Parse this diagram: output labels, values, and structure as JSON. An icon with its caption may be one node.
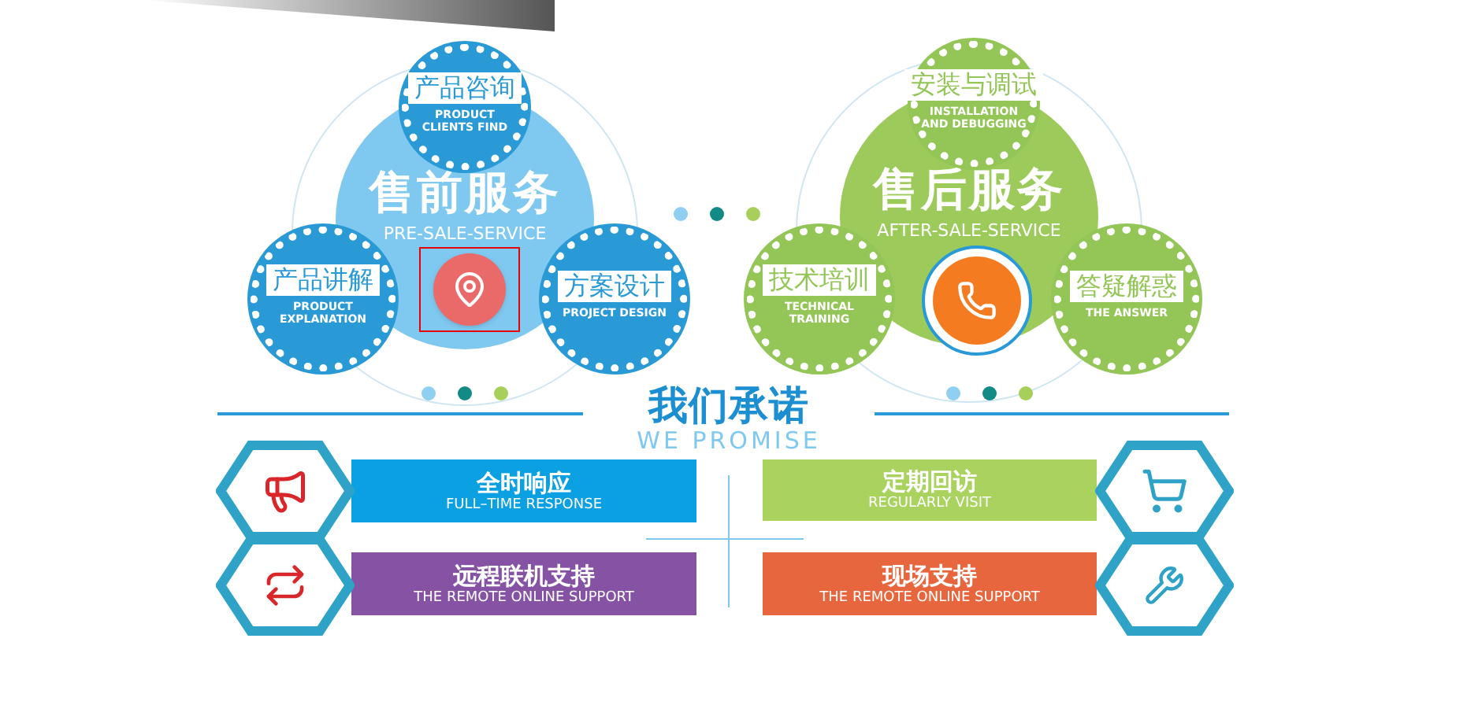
{
  "diagram": {
    "title": "我们承诺",
    "nodes": [
      {
        "text": [
          "售前服务",
          "PRE-SALE-SERVICE"
        ]
      },
      {
        "text": [
          "产品咨询",
          "PRODUCT CLIENTS FIND"
        ]
      },
      {
        "text": [
          "产品讲解",
          "PRODUCT EXPLANATION"
        ]
      },
      {
        "text": [
          "方案设计",
          "PROJECT DESIGN"
        ]
      },
      {
        "text": [
          "售后服务",
          "AFTER-SALE-SERVICE"
        ]
      },
      {
        "text": [
          "安装与调试",
          "INSTALLATION AND DEBUGGING"
        ]
      },
      {
        "text": [
          "技术培训",
          "TECHNICAL TRAINING"
        ]
      },
      {
        "text": [
          "答疑解惑",
          "THE ANSWER"
        ]
      },
      {
        "text": [
          "全时响应",
          "FULL–TIME RESPONSE"
        ]
      },
      {
        "text": [
          "定期回访",
          "REGULARLY VISIT"
        ]
      },
      {
        "text": [
          "远程联机支持",
          "THE REMOTE ONLINE SUPPORT"
        ]
      },
      {
        "text": [
          "现场支持",
          "THE REMOTE ONLINE SUPPORT"
        ]
      }
    ],
    "labels": [
      "WE PROMISE"
    ]
  }
}
